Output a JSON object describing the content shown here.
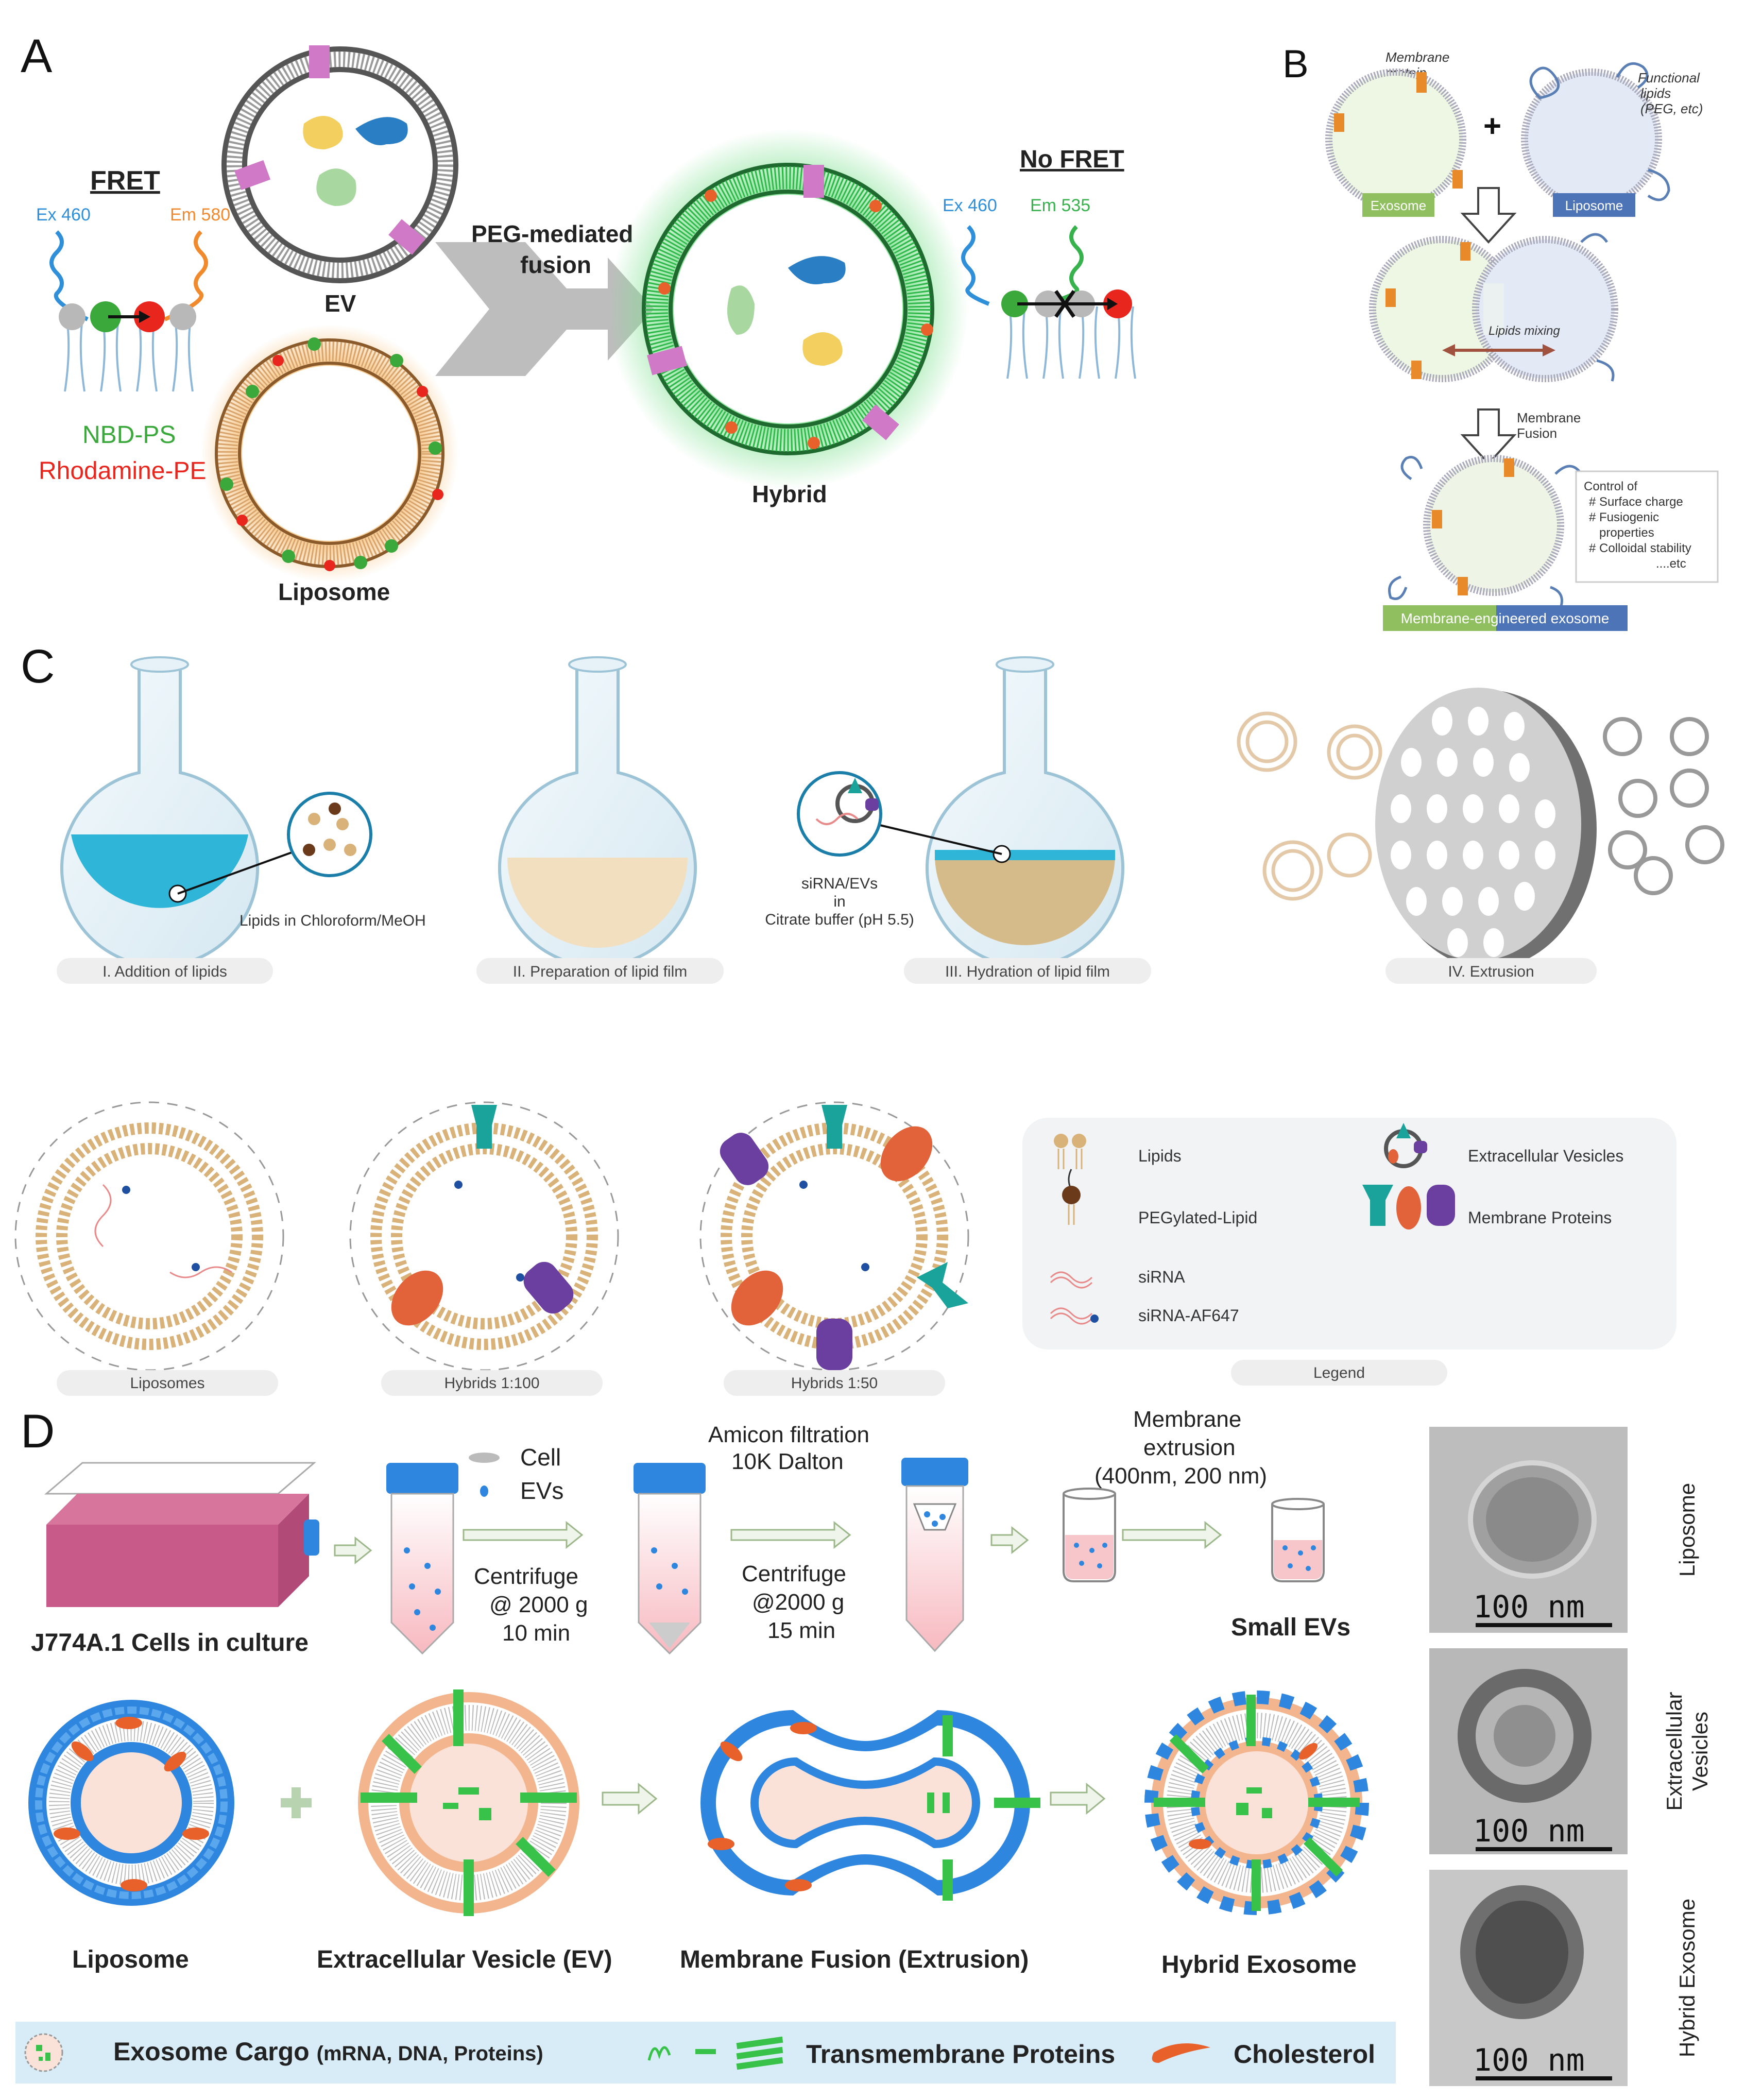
{
  "panels": {
    "A": {
      "letter": "A",
      "fret_title": "FRET",
      "no_fret_title": "No FRET",
      "ex_left": "Ex 460",
      "em_left": "Em 580",
      "ex_right": "Ex 460",
      "em_right": "Em 535",
      "nbd": "NBD-PS",
      "rhodamine": "Rhodamine-PE",
      "ev": "EV",
      "liposome": "Liposome",
      "peg_line1": "PEG-mediated",
      "peg_line2": "fusion",
      "hybrid": "Hybrid"
    },
    "B": {
      "letter": "B",
      "membrane_protein_1": "Membrane",
      "membrane_protein_2": "protein",
      "functional_1": "Functional",
      "functional_2": "lipids",
      "functional_3": "(PEG, etc)",
      "plus": "+",
      "exosome": "Exosome",
      "liposome": "Liposome",
      "lipids_mixing": "Lipids mixing",
      "fusion_1": "Membrane",
      "fusion_2": "Fusion",
      "control_title": "Control of",
      "control_1": "# Surface charge",
      "control_2": "# Fusiogenic",
      "control_2b": "properties",
      "control_3": "# Colloidal stability",
      "control_4": "....etc",
      "engineered": "Membrane-engineered exosome"
    },
    "C": {
      "letter": "C",
      "lipids_solvent": "Lipids in Chloroform/MeOH",
      "sirna_1": "siRNA/EVs",
      "sirna_2": "in",
      "sirna_3": "Citrate buffer (pH 5.5)",
      "step1": "I. Addition of lipids",
      "step2": "II. Preparation of lipid film",
      "step3": "III. Hydration of lipid film",
      "step4": "IV.  Extrusion",
      "cap1": "Liposomes",
      "cap2": "Hybrids 1:100",
      "cap3": "Hybrids 1:50",
      "legend_caption": "Legend",
      "legend": {
        "lipids": "Lipids",
        "peg_lipid": "PEGylated-Lipid",
        "sirna": "siRNA",
        "sirna_af": "siRNA-AF647",
        "ev": "Extracellular Vesicles",
        "membrane_proteins": "Membrane Proteins"
      }
    },
    "D": {
      "letter": "D",
      "cells": "J774A.1 Cells in culture",
      "cell_label": "Cell",
      "evs_label": "EVs",
      "centrifuge1_1": "Centrifuge",
      "centrifuge1_2": "@ 2000 g",
      "centrifuge1_3": "10 min",
      "amicon_1": "Amicon filtration",
      "amicon_2": "10K Dalton",
      "centrifuge2_1": "Centrifuge",
      "centrifuge2_2": "@2000 g",
      "centrifuge2_3": "15 min",
      "extrusion_1": "Membrane",
      "extrusion_2": "extrusion",
      "extrusion_3": "(400nm, 200 nm)",
      "small_evs": "Small EVs",
      "liposome": "Liposome",
      "ev": "Extracellular Vesicle (EV)",
      "fusion": "Membrane Fusion (Extrusion)",
      "hybrid": "Hybrid Exosome",
      "cargo_label": "Exosome Cargo",
      "cargo_detail": "(mRNA, DNA, Proteins)",
      "tm_proteins": "Transmembrane Proteins",
      "cholesterol": "Cholesterol",
      "em_liposome": "Liposome",
      "em_ev_1": "Extracellular",
      "em_ev_2": "Vesicles",
      "em_hybrid": "Hybrid Exosome",
      "scale": "100  nm"
    }
  },
  "colors": {
    "fret_blue": "#2f8fd8",
    "fret_orange": "#f08a2c",
    "nbd_green": "#3aa83a",
    "rhodamine_red": "#e8261e",
    "em_green": "#37b24d",
    "hybrid_green": "#2fb84a",
    "liposome_tan": "#d9a46b",
    "membrane_blue": "#2e86de",
    "ev_peach": "#f3b58e",
    "protein_teal": "#1aa39a",
    "protein_orange": "#e2623a",
    "protein_purple": "#6a3fa0",
    "legend_bar": "#d8ecf7"
  }
}
